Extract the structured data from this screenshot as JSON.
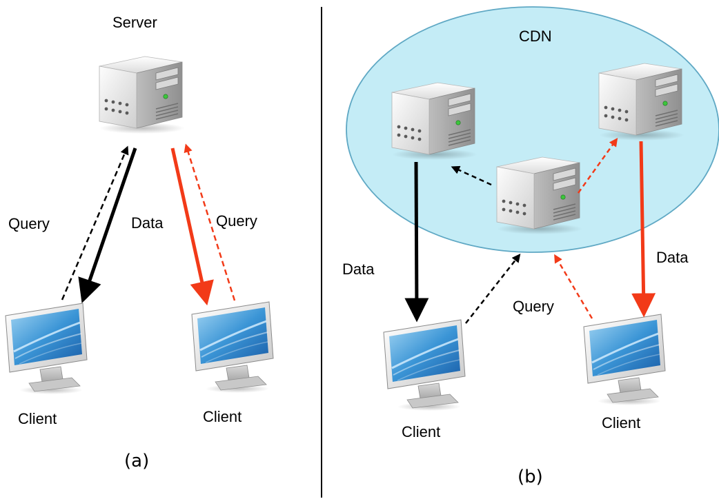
{
  "panel_a": {
    "server_label": "Server",
    "query_left_label": "Query",
    "data_label": "Data",
    "query_right_label": "Query",
    "client_left_label": "Client",
    "client_right_label": "Client",
    "caption": "(a)"
  },
  "panel_b": {
    "cdn_label": "CDN",
    "data_left_label": "Data",
    "query_label": "Query",
    "data_right_label": "Data",
    "client_left_label": "Client",
    "client_right_label": "Client",
    "caption": "(b)"
  },
  "colors": {
    "black_path": "#000000",
    "red_path": "#f23a18",
    "cdn_fill": "#c4ecf6",
    "cdn_stroke": "#5fa8c4"
  },
  "icons": {
    "server": "server-tower-icon",
    "client": "desktop-monitor-icon"
  }
}
